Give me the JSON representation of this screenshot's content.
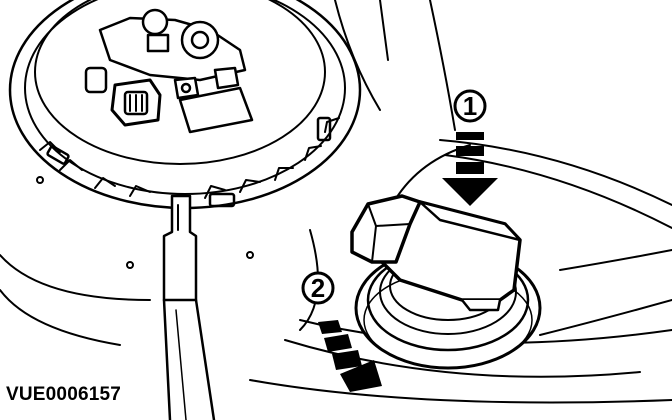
{
  "figure": {
    "code": "VUE0006157",
    "callouts": [
      {
        "number": "1",
        "meaning": "press-down"
      },
      {
        "number": "2",
        "meaning": "pull-out"
      }
    ],
    "colors": {
      "ink": "#000000",
      "paper": "#ffffff"
    }
  }
}
